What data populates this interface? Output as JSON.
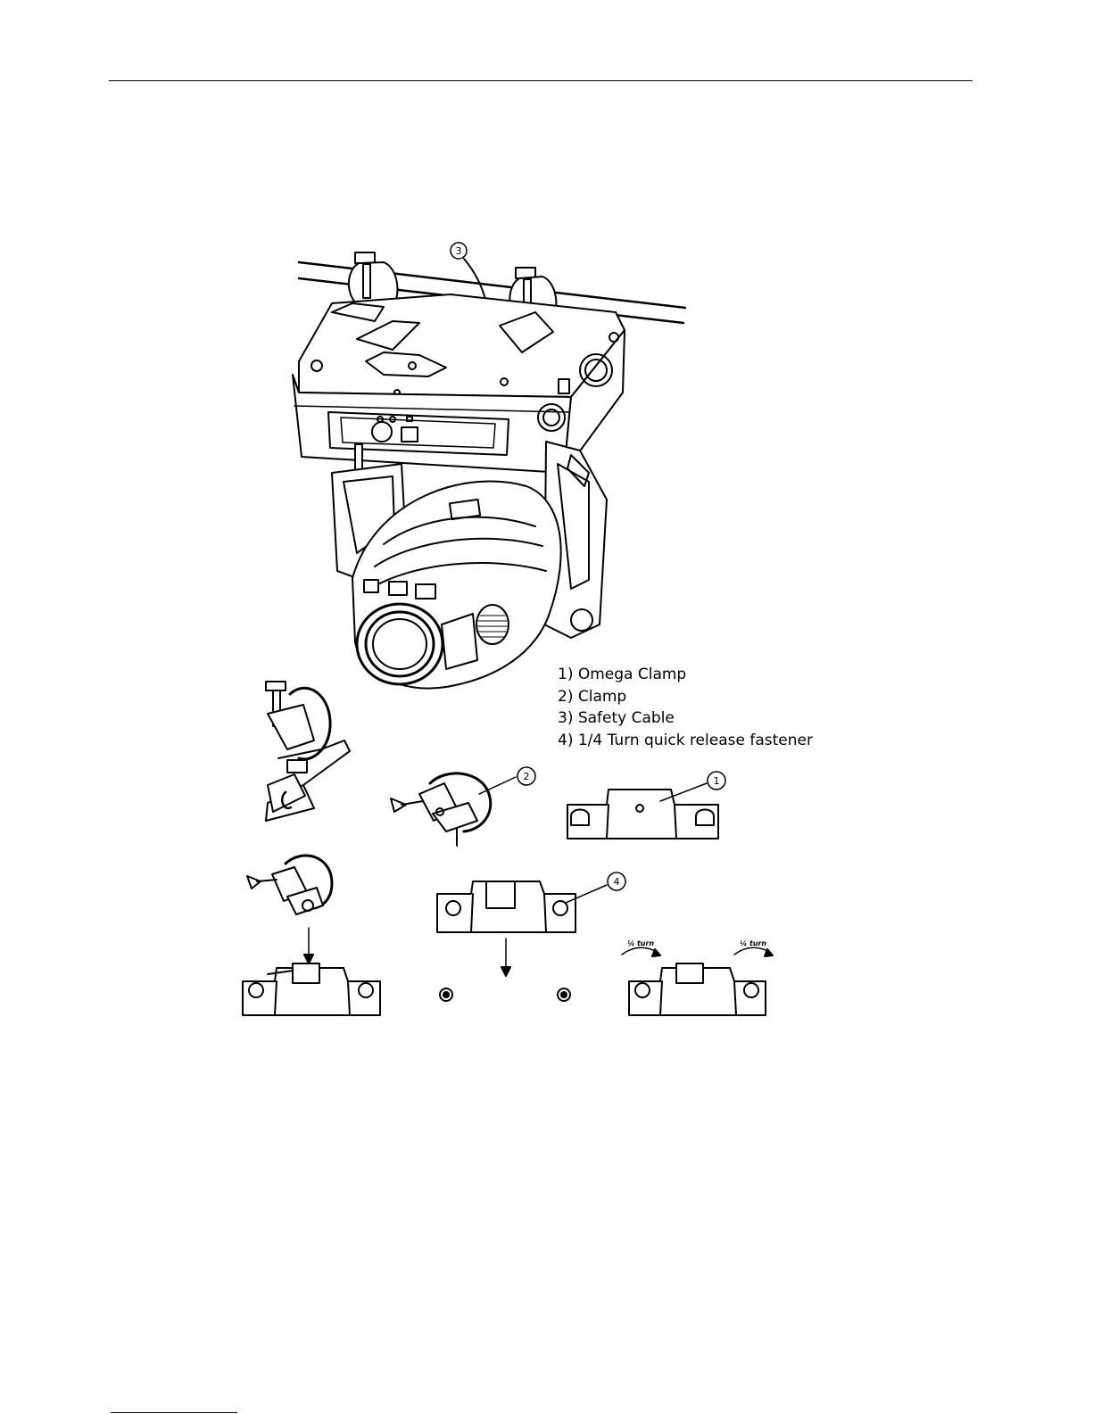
{
  "legend": {
    "items": [
      "1) Omega Clamp",
      "2) Clamp",
      "3) Safety Cable",
      "4) 1/4 Turn quick release fastener"
    ]
  },
  "callouts": {
    "one": "1",
    "two": "2",
    "three": "3",
    "four": "4"
  },
  "turn_labels": {
    "left": "¼ turn",
    "right": "¼ turn"
  }
}
